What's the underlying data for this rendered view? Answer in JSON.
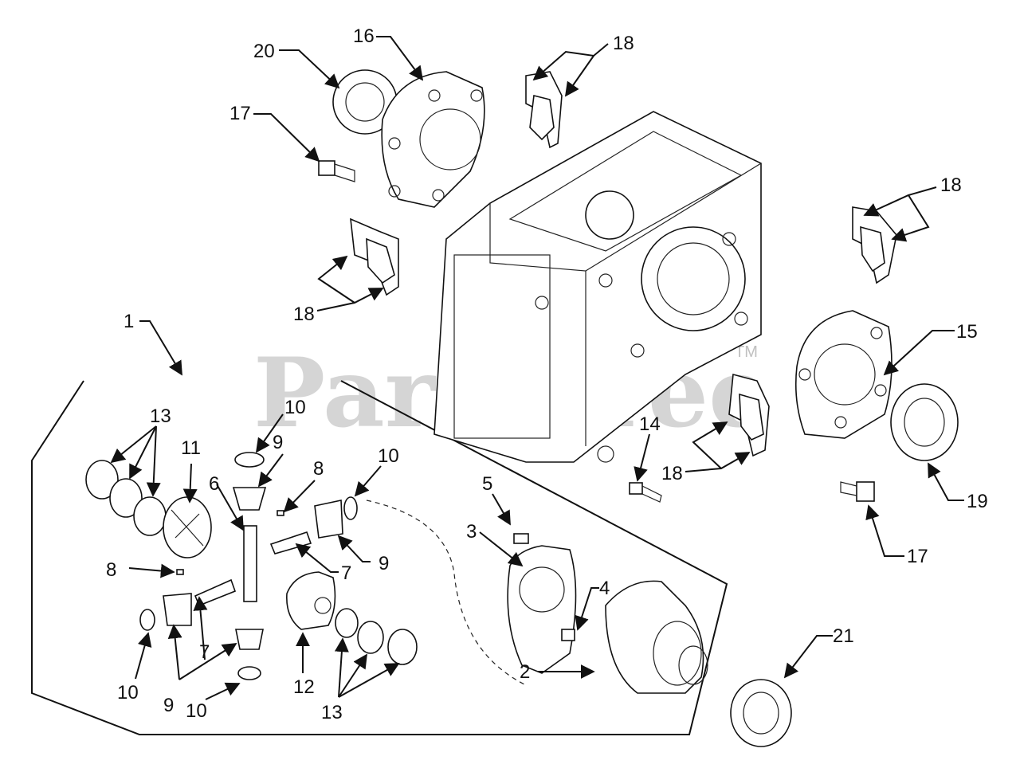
{
  "watermark": {
    "text": "PartsTree",
    "trademark": "TM"
  },
  "callouts": [
    {
      "id": "c1",
      "label": "1"
    },
    {
      "id": "c2",
      "label": "2"
    },
    {
      "id": "c3",
      "label": "3"
    },
    {
      "id": "c4",
      "label": "4"
    },
    {
      "id": "c5",
      "label": "5"
    },
    {
      "id": "c6",
      "label": "6"
    },
    {
      "id": "c7a",
      "label": "7"
    },
    {
      "id": "c7b",
      "label": "7"
    },
    {
      "id": "c8a",
      "label": "8"
    },
    {
      "id": "c8b",
      "label": "8"
    },
    {
      "id": "c9a",
      "label": "9"
    },
    {
      "id": "c9b",
      "label": "9"
    },
    {
      "id": "c9c",
      "label": "9"
    },
    {
      "id": "c10a",
      "label": "10"
    },
    {
      "id": "c10b",
      "label": "10"
    },
    {
      "id": "c10c",
      "label": "10"
    },
    {
      "id": "c10d",
      "label": "10"
    },
    {
      "id": "c11",
      "label": "11"
    },
    {
      "id": "c12",
      "label": "12"
    },
    {
      "id": "c13a",
      "label": "13"
    },
    {
      "id": "c13b",
      "label": "13"
    },
    {
      "id": "c14",
      "label": "14"
    },
    {
      "id": "c15",
      "label": "15"
    },
    {
      "id": "c16",
      "label": "16"
    },
    {
      "id": "c17a",
      "label": "17"
    },
    {
      "id": "c17b",
      "label": "17"
    },
    {
      "id": "c18a",
      "label": "18"
    },
    {
      "id": "c18b",
      "label": "18"
    },
    {
      "id": "c18c",
      "label": "18"
    },
    {
      "id": "c18d",
      "label": "18"
    },
    {
      "id": "c19",
      "label": "19"
    },
    {
      "id": "c20",
      "label": "20"
    },
    {
      "id": "c21",
      "label": "21"
    }
  ]
}
